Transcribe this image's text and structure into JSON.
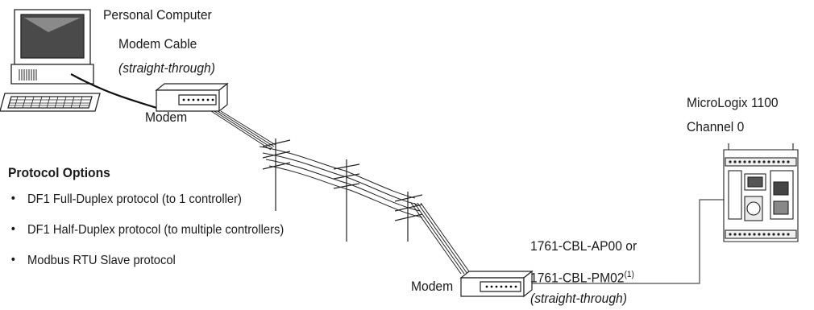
{
  "labels": {
    "pc": "Personal Computer",
    "modem_cable": "Modem Cable",
    "modem_cable_type": "(straight-through)",
    "modem_left": "Modem",
    "modem_right": "Modem",
    "plc_name": "MicroLogix 1100",
    "plc_channel": "Channel 0",
    "cable_1": "1761-CBL-AP00 or",
    "cable_2": "1761-CBL-PM02",
    "cable_2_note": "(1)",
    "cable_type": "(straight-through)"
  },
  "protocol": {
    "heading": "Protocol Options",
    "items": [
      "DF1 Full-Duplex protocol (to 1 controller)",
      "DF1 Half-Duplex protocol (to multiple controllers)",
      "Modbus RTU Slave protocol"
    ]
  }
}
